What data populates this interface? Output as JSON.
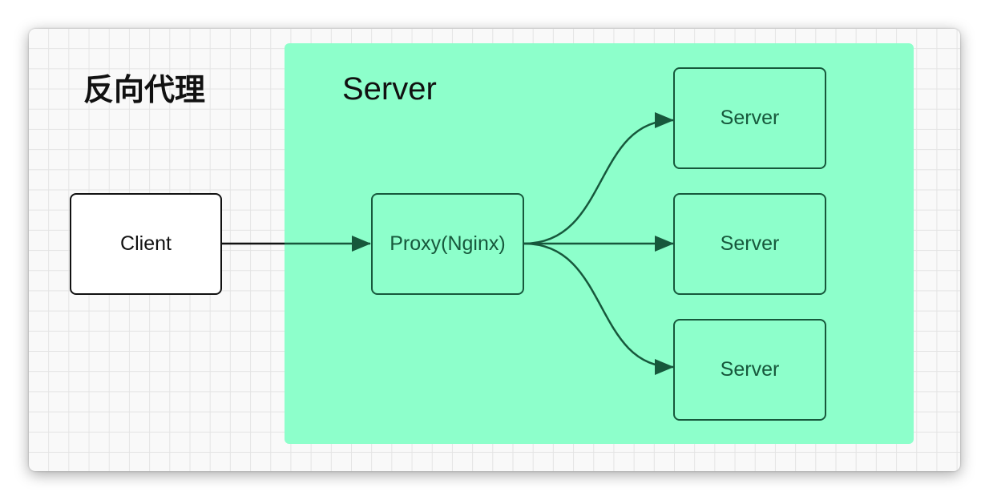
{
  "diagram": {
    "title": "反向代理",
    "zone_label": "Server",
    "nodes": {
      "client": "Client",
      "proxy": "Proxy(Nginx)",
      "server_top": "Server",
      "server_mid": "Server",
      "server_bot": "Server"
    },
    "edges": [
      {
        "from": "Client",
        "to": "Proxy(Nginx)"
      },
      {
        "from": "Proxy(Nginx)",
        "to": "Server (top)"
      },
      {
        "from": "Proxy(Nginx)",
        "to": "Server (middle)"
      },
      {
        "from": "Proxy(Nginx)",
        "to": "Server (bottom)"
      }
    ]
  },
  "colors": {
    "zone_fill": "#8dffcb",
    "node_stroke": "#17583c",
    "text_dark": "#111111",
    "canvas_bg": "#f9f9f9",
    "grid_line": "#e4e4e4"
  }
}
